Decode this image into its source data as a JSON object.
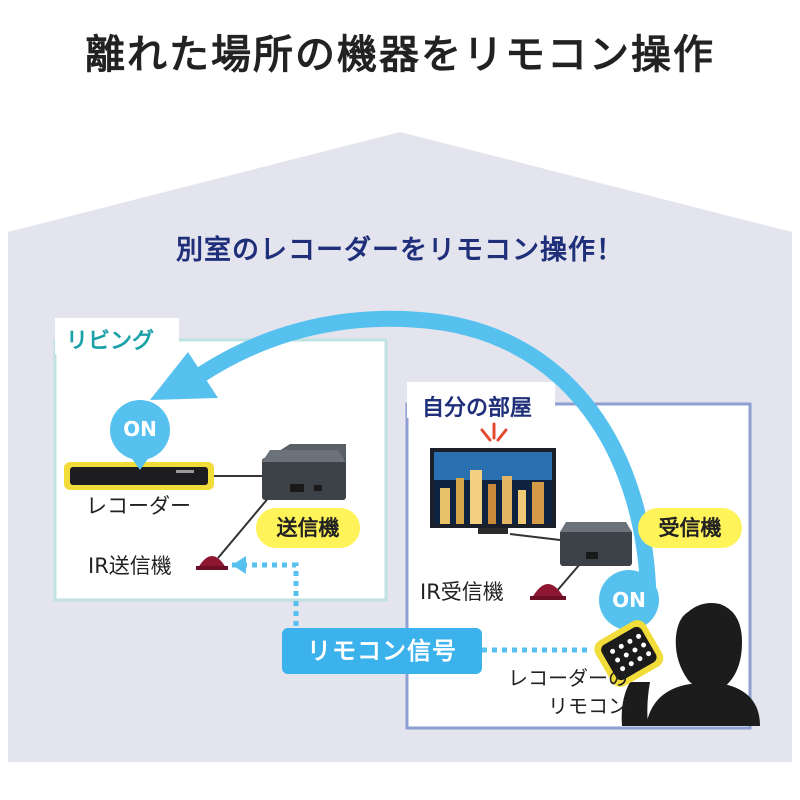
{
  "title": "離れた場所の機器をリモコン操作",
  "subtitle": "別室のレコーダーをリモコン操作！",
  "rooms": {
    "living": {
      "label": "リビング"
    },
    "own_room": {
      "label": "自分の部屋"
    }
  },
  "devices": {
    "recorder": "レコーダー",
    "ir_transmitter": "IR送信機",
    "ir_receiver": "IR受信機",
    "transmitter_badge": "送信機",
    "receiver_badge": "受信機"
  },
  "bubbles": {
    "on_left": "ON",
    "on_right": "ON"
  },
  "signal_label": "リモコン信号",
  "remote_label": {
    "line1": "レコーダーの",
    "line2": "リモコン"
  },
  "colors": {
    "house_fill": "#e3e4ee",
    "living_border": "#bfe3e3",
    "room_border": "#8ea0d2",
    "arrow_blue": "#56c1ef",
    "badge_yellow": "#fff35a",
    "title_navy": "#1f2f7a",
    "living_teal": "#1aa1a8",
    "ir_dome": "#8f1630"
  }
}
